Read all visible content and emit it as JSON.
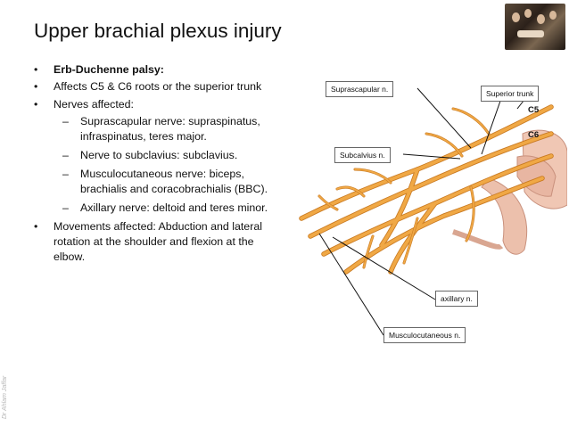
{
  "title": "Upper brachial plexus injury",
  "bullets": {
    "b1": "Erb-Duchenne palsy:",
    "b2": "Affects C5 & C6 roots or the superior trunk",
    "b3": "Nerves affected:",
    "sub": [
      "Suprascapular nerve: supraspinatus, infraspinatus, teres major.",
      "Nerve to subclavius: subclavius.",
      "Musculocutaneous nerve: biceps, brachialis and coracobrachialis (BBC).",
      "Axillary nerve: deltoid and teres minor."
    ],
    "b4": "Movements affected: Abduction and lateral rotation at the shoulder and flexion at the elbow."
  },
  "glyphs": {
    "bullet": "•",
    "dash": "–"
  },
  "watermark": "Dr Ahlam Jaffar",
  "figure": {
    "callouts": {
      "suprascapular": "Suprascapular n.",
      "superior_trunk": "Superior trunk",
      "subclavius": "Subcalvius n.",
      "axillary": "axillary n.",
      "musculocutaneous": "Musculocutaneous n."
    },
    "roots": {
      "c5": "C5",
      "c6": "C6"
    }
  },
  "colors": {
    "nerve": "#f0a845",
    "nerve_dark": "#c97a22",
    "bone": "#e6bfae",
    "text": "#111111"
  }
}
